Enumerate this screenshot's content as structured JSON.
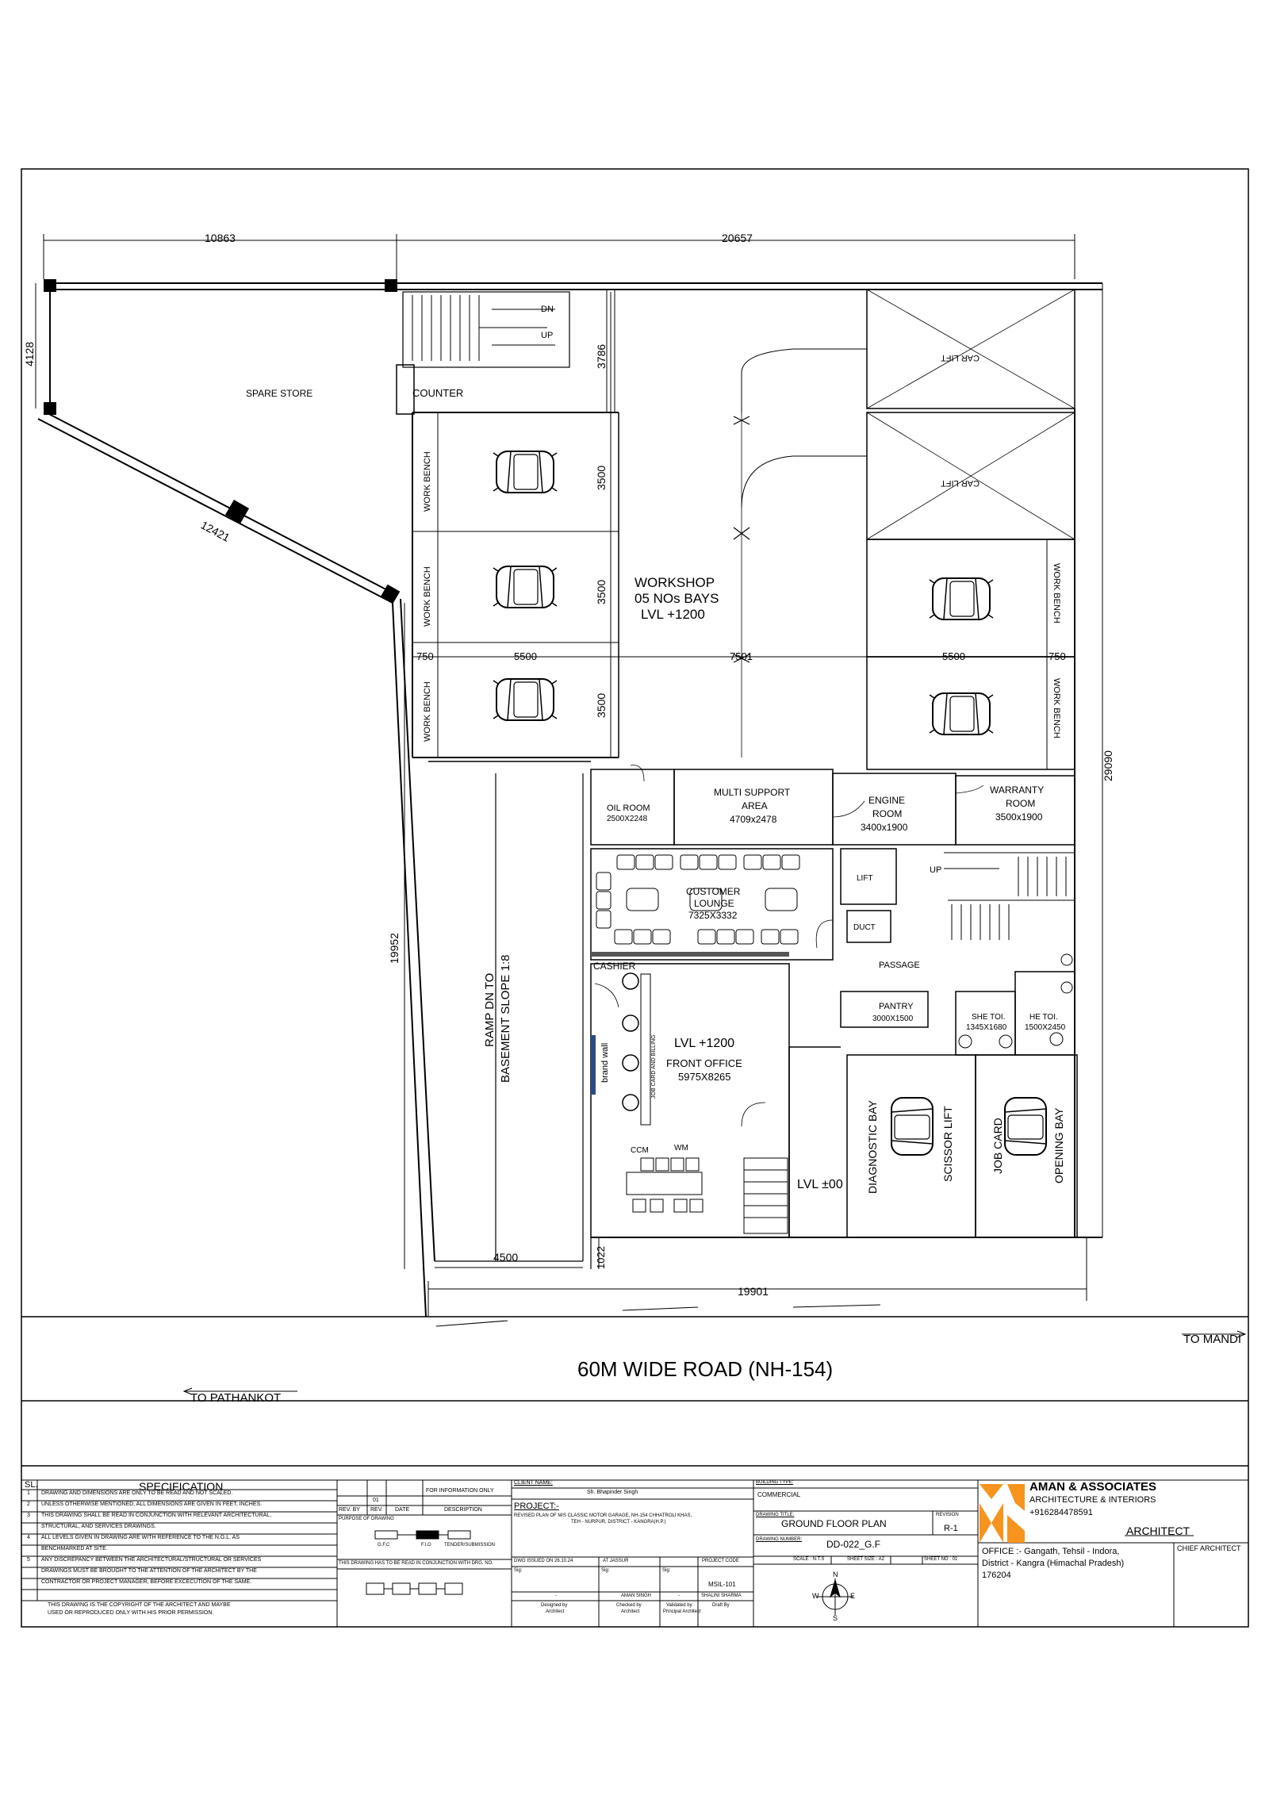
{
  "dims": {
    "d_top_left": "10863",
    "d_top_right": "20657",
    "d_left_side": "4128",
    "d_diagonal": "12421",
    "d_right_side": "29090",
    "d_stair_h": "3786",
    "d_bay1": "3500",
    "d_bay2": "3500",
    "d_bay3": "3500",
    "d_750a": "750",
    "d_5500a": "5500",
    "d_7501": "7501",
    "d_5500b": "5500",
    "d_750b": "750",
    "d_19952": "19952",
    "d_4500": "4500",
    "d_1022": "1022",
    "d_19901": "19901"
  },
  "rooms": {
    "spare_store": "SPARE STORE",
    "counter": "COUNTER",
    "dn": "DN",
    "up": "UP",
    "car_lift_1": "CAR LIFT",
    "car_lift_2": "CAR LIFT",
    "work_bench": "WORK BENCH",
    "workshop_1": "WORKSHOP",
    "workshop_2": "05 NOs BAYS",
    "workshop_3": "LVL +1200",
    "oil_room_1": "OIL ROOM",
    "oil_room_2": "2500X2248",
    "multi_1": "MULTI SUPPORT",
    "multi_2": "AREA",
    "multi_3": "4709x2478",
    "engine_1": "ENGINE",
    "engine_2": "ROOM",
    "engine_3": "3400x1900",
    "warranty_1": "WARRANTY",
    "warranty_2": "ROOM",
    "warranty_3": "3500x1900",
    "lift": "LIFT",
    "up2": "UP",
    "duct": "DUCT",
    "customer_1": "CUSTOMER",
    "customer_2": "LOUNGE",
    "customer_3": "7325X3332",
    "cashier": "CASHIER",
    "passage": "PASSAGE",
    "pantry_1": "PANTRY",
    "pantry_2": "3000X1500",
    "she_toi_1": "SHE TOI.",
    "she_toi_2": "1345X1680",
    "he_toi_1": "HE TOI.",
    "he_toi_2": "1500X2450",
    "ramp_1": "RAMP DN TO",
    "ramp_2": "BASEMENT SLOPE 1:8",
    "brand_wall": "brand wall",
    "job_card_billing": "JOB CARD AND BILLING",
    "front_lvl": "LVL +1200",
    "front_1": "FRONT OFFICE",
    "front_2": "5975X8265",
    "ccm": "CCM",
    "wm": "WM",
    "lvl_zero": "LVL ±00",
    "diagnostic_bay": "DIAGNOSTIC BAY",
    "scissor_lift": "SCISSOR LIFT",
    "job_card": "JOB CARD",
    "opening_bay": "OPENING BAY"
  },
  "road": {
    "title": "60M WIDE ROAD (NH-154)",
    "to_mandi": "TO MANDI",
    "to_pathankot": "TO PATHANKOT"
  },
  "titleblock": {
    "sl": "SL.",
    "specification": "SPECIFICATION",
    "spec_items": [
      {
        "n": "1",
        "t": "DRAWING AND DIMENSIONS ARE ONLY TO BE READ AND NOT SCALED."
      },
      {
        "n": "2",
        "t": "UNLESS OTHERWISE MENTIONED, ALL DIMENSIONS ARE GIVEN IN FEET, INCHES."
      },
      {
        "n": "3",
        "t": "THIS DRAWING SHALL BE READ IN CONJUNCTION WITH RELEVANT ARCHITECTURAL,"
      },
      {
        "n": "",
        "t": "STRUCTURAL, AND SERVICES DRAWINGS."
      },
      {
        "n": "4",
        "t": "ALL LEVELS GIVEN IN  DRAWING ARE WITH REFERENCE TO THE N.G.L. AS"
      },
      {
        "n": "",
        "t": "BENCHMARKED  AT SITE."
      },
      {
        "n": "5",
        "t": "ANY DISCREPANCY BETWEEN THE ARCHITECTURAL/STRUCTURAL OR SERVICES"
      },
      {
        "n": "",
        "t": "DRAWINGS MUST BE BROUGHT TO THE ATTENTION OF THE ARCHITECT BY THE"
      },
      {
        "n": "",
        "t": "CONTRACTOR OR PROJECT MANAGER, BEFORE EXCECUTION OF THE SAME."
      }
    ],
    "copyright_1": "THIS DRAWING IS THE COPYRIGHT OF THE ARCHITECT AND MAYBE",
    "copyright_2": "USED OR REPRODUCED ONLY WITH HIS PRIOR PERMISSION.",
    "rev_num": "01",
    "for_info": "FOR INFORMATION ONLY",
    "rev_by": "REV. BY",
    "rev": "REV.",
    "date": "DATE",
    "description": "DESCRIPTION",
    "purpose": "PURPOSE OF DRAWING",
    "gfc": "G.F.C",
    "fio": "F.I.O",
    "tender": "TENDER/SUBMISSION",
    "conjunction_note": "THIS DRAWING HAS TO BE READ IN CONJUNCTION WITH DRG. NO.",
    "client_name_label": "CLIENT NAME:",
    "client_name": "Sh. Bhapinder Singh",
    "project_label": "PROJECT:-",
    "project_1": "REVISED PLAN OF M/S CLASSIC MOTOR GARAGE, NH-154 CHHATROLI KHAS,",
    "project_2": "TEH - NURPUR, DISTRICT - KANGRA(H.P.)",
    "dwg_issued": "DWG ISSUED ON 26.10.24",
    "at": "AT JASSUR",
    "project_code_label": "PROJECT CODE",
    "project_code": "MSIL-101",
    "sig1": "Sig:",
    "sig2": "Sig:",
    "sig3": "Sig:",
    "dash1": "-",
    "aman_singh": "AMAN SINGH",
    "dash2": "-",
    "shalini": "SHALINI SHARMA",
    "designed_by": "Designed by",
    "checked_by": "Checked by",
    "validated_by": "Validated by",
    "draft_by": "Draft By",
    "architect_small": "Architect",
    "architect_small2": "Architect",
    "principal_architect": "Principal Architect",
    "building_type_label": "BUILDING TYPE:",
    "building_type": "COMMERCIAL",
    "drawing_title_label": "DRAWING TITLE:",
    "drawing_title": "GROUND FLOOR PLAN",
    "revision_label": "REVISION",
    "revision": "R-1",
    "drawing_number_label": "DRAWING NUMBER:",
    "drawing_number": "DD-022_G.F",
    "scale": "SCALE : N.T.S",
    "sheet_size": "SHEET SIZE : A2",
    "sheet_no": "SHEET NO : 01",
    "compass_n": "N",
    "compass_s": "S",
    "compass_e": "E",
    "compass_w": "W",
    "firm_name": "AMAN & ASSOCIATES",
    "firm_sub": "ARCHITECTURE & INTERIORS",
    "firm_phone": "+916284478591",
    "architect": "ARCHITECT",
    "chief_architect": "CHIEF ARCHITECT",
    "office_1": "OFFICE :-   Gangath, Tehsil - Indora,",
    "office_2": "District - Kangra (Himachal Pradesh)",
    "office_3": "176204"
  },
  "colors": {
    "logo": "#f7941d",
    "brand_wall": "#2b4a8c"
  }
}
